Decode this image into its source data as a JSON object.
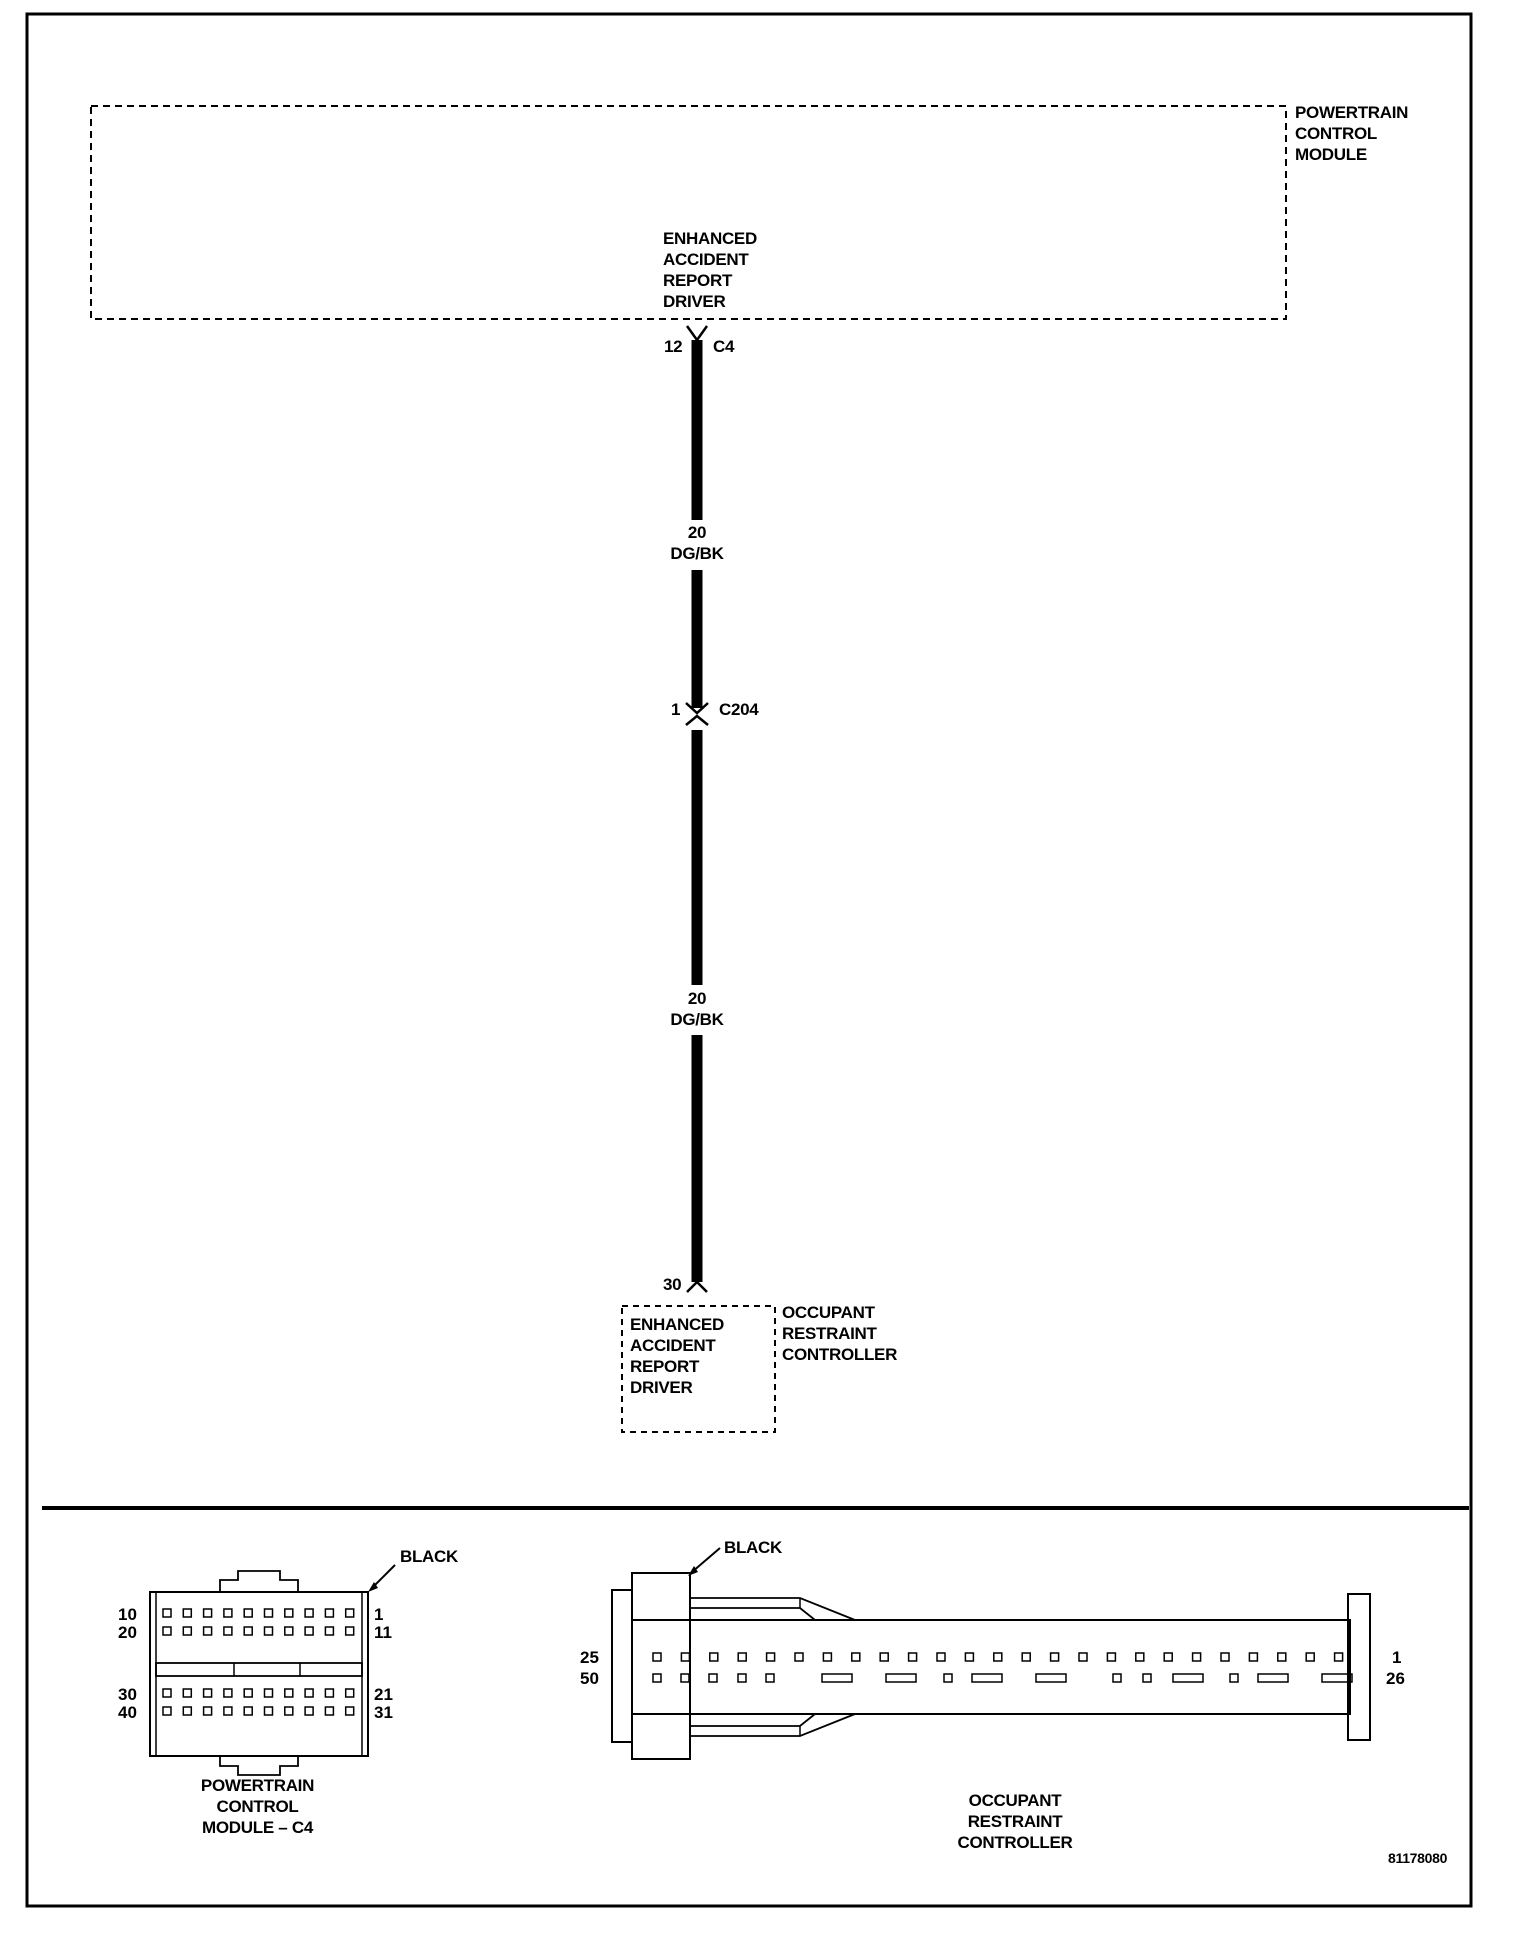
{
  "schematic": {
    "pcm": {
      "name_lines": [
        "POWERTRAIN",
        "CONTROL",
        "MODULE"
      ],
      "circuit_lines": [
        "ENHANCED",
        "ACCIDENT",
        "REPORT",
        "DRIVER"
      ],
      "pin": "12",
      "connector": "C4"
    },
    "wire_segment_1": {
      "gauge": "20",
      "color_code": "DG/BK"
    },
    "inline_connector": {
      "pin": "1",
      "connector": "C204"
    },
    "wire_segment_2": {
      "gauge": "20",
      "color_code": "DG/BK"
    },
    "orc": {
      "pin": "30",
      "circuit_lines": [
        "ENHANCED",
        "ACCIDENT",
        "REPORT",
        "DRIVER"
      ],
      "name_lines": [
        "OCCUPANT",
        "RESTRAINT",
        "CONTROLLER"
      ]
    }
  },
  "connector_views": {
    "pcm_c4": {
      "color_label": "BLACK",
      "left_pins": [
        "10",
        "20",
        "30",
        "40"
      ],
      "right_pins": [
        "1",
        "11",
        "21",
        "31"
      ],
      "name_lines": [
        "POWERTRAIN",
        "CONTROL",
        "MODULE – C4"
      ]
    },
    "orc": {
      "color_label": "BLACK",
      "left_pins": [
        "25",
        "50"
      ],
      "right_pins": [
        "1",
        "26"
      ],
      "name_lines": [
        "OCCUPANT",
        "RESTRAINT",
        "CONTROLLER"
      ]
    }
  },
  "figure_id": "81178080"
}
